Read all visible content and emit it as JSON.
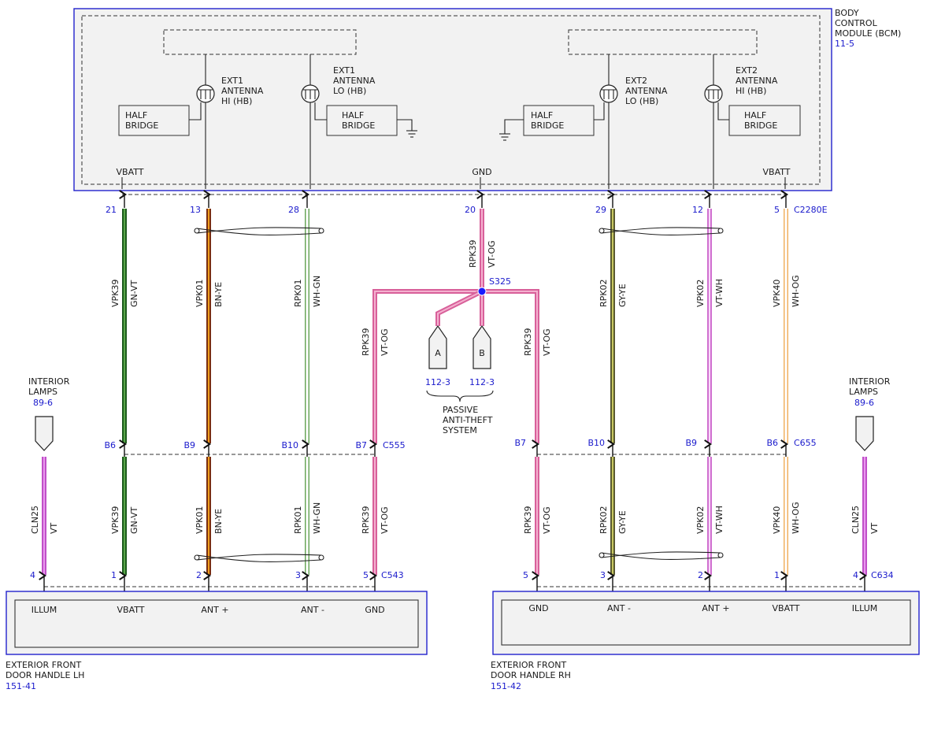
{
  "bcm": {
    "title_lines": [
      "BODY",
      "CONTROL",
      "MODULE (BCM)"
    ],
    "ref": "11-5",
    "vbatt_left": "VBATT",
    "gnd": "GND",
    "vbatt_right": "VBATT",
    "ext1_hi_lines": [
      "EXT1",
      "ANTENNA",
      "HI (HB)"
    ],
    "ext1_lo_lines": [
      "EXT1",
      "ANTENNA",
      "LO (HB)"
    ],
    "ext2_lo_lines": [
      "EXT2",
      "ANTENNA",
      "LO (HB)"
    ],
    "ext2_hi_lines": [
      "EXT2",
      "ANTENNA",
      "HI (HB)"
    ],
    "half_bridge_lines": [
      "HALF",
      "BRIDGE"
    ]
  },
  "connectors": {
    "bcm": "C2280E",
    "left_inline": "C555",
    "right_inline": "C655",
    "left_handle": "C543",
    "right_handle": "C634"
  },
  "pins_bcm": [
    "21",
    "13",
    "28",
    "20",
    "29",
    "12",
    "5"
  ],
  "pins_c555": [
    "B6",
    "B9",
    "B10",
    "B7"
  ],
  "pins_c655": [
    "B7",
    "B10",
    "B9",
    "B6"
  ],
  "pins_c543": [
    "4",
    "1",
    "2",
    "3",
    "5"
  ],
  "pins_c634": [
    "5",
    "3",
    "2",
    "1",
    "4"
  ],
  "wires_top": [
    {
      "circuit": "VPK39",
      "color": "GN-VT"
    },
    {
      "circuit": "VPK01",
      "color": "BN-YE"
    },
    {
      "circuit": "RPK01",
      "color": "WH-GN"
    },
    {
      "circuit": "RPK39",
      "color": "VT-OG"
    },
    {
      "circuit": "RPK02",
      "color": "GY-YE"
    },
    {
      "circuit": "VPK02",
      "color": "VT-WH"
    },
    {
      "circuit": "VPK40",
      "color": "WH-OG"
    }
  ],
  "wires_mid": [
    {
      "circuit": "RPK39",
      "color": "VT-OG"
    },
    {
      "circuit": "RPK39",
      "color": "VT-OG"
    }
  ],
  "wires_bottom_left": [
    {
      "circuit": "CLN25",
      "color": "VT"
    },
    {
      "circuit": "VPK39",
      "color": "GN-VT"
    },
    {
      "circuit": "VPK01",
      "color": "BN-YE"
    },
    {
      "circuit": "RPK01",
      "color": "WH-GN"
    },
    {
      "circuit": "RPK39",
      "color": "VT-OG"
    }
  ],
  "wires_bottom_right": [
    {
      "circuit": "RPK39",
      "color": "VT-OG"
    },
    {
      "circuit": "RPK02",
      "color": "GY-YE"
    },
    {
      "circuit": "VPK02",
      "color": "VT-WH"
    },
    {
      "circuit": "VPK40",
      "color": "WH-OG"
    },
    {
      "circuit": "CLN25",
      "color": "VT"
    }
  ],
  "splice": "S325",
  "anti_theft": {
    "connector_a": "A",
    "connector_b": "B",
    "ref_a": "112-3",
    "ref_b": "112-3",
    "label_lines": [
      "PASSIVE",
      "ANTI-THEFT",
      "SYSTEM"
    ]
  },
  "interior_lamps_left": {
    "label_lines": [
      "INTERIOR",
      "LAMPS"
    ],
    "ref": "89-6"
  },
  "interior_lamps_right": {
    "label_lines": [
      "INTERIOR",
      "LAMPS"
    ],
    "ref": "89-6"
  },
  "handle_lh": {
    "pins": [
      "ILLUM",
      "VBATT",
      "ANT +",
      "ANT -",
      "GND"
    ],
    "label_lines": [
      "EXTERIOR FRONT",
      "DOOR HANDLE LH"
    ],
    "ref": "151-41"
  },
  "handle_rh": {
    "pins": [
      "GND",
      "ANT -",
      "ANT +",
      "VBATT",
      "ILLUM"
    ],
    "label_lines": [
      "EXTERIOR FRONT",
      "DOOR HANDLE RH"
    ],
    "ref": "151-42"
  },
  "colors": {
    "outline_blue": "#2222cc",
    "text_blue": "#1a1acc",
    "box_fill": "#f2f2f2",
    "splice_dot": "#1a1aff"
  }
}
